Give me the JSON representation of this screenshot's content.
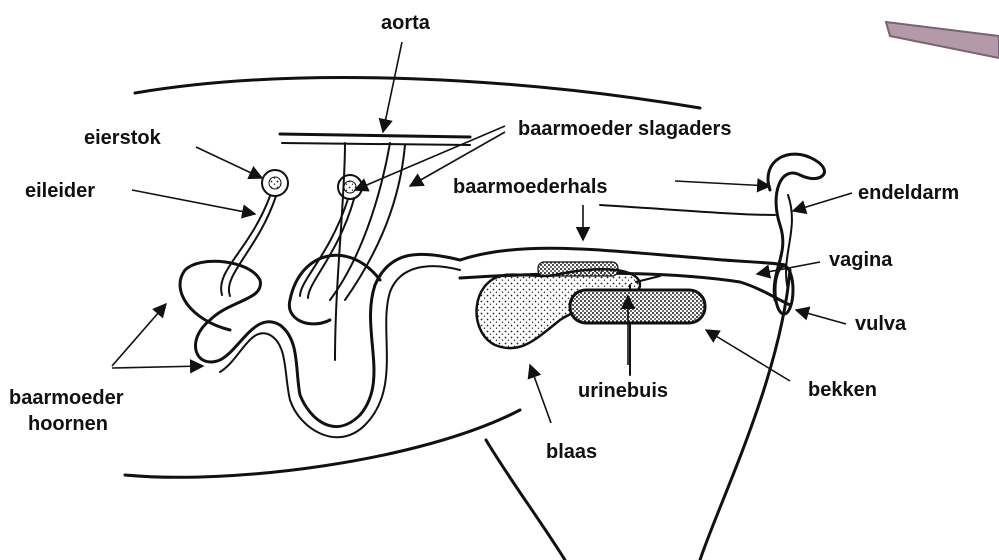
{
  "labels": {
    "aorta": "aorta",
    "slagaders": "baarmoeder slagaders",
    "eierstok": "eierstok",
    "eileider": "eileider",
    "baarmoederhals": "baarmoederhals",
    "endeldarm": "endeldarm",
    "vagina": "vagina",
    "vulva": "vulva",
    "hoornen_line1": "baarmoeder",
    "hoornen_line2": "hoornen",
    "urinebuis": "urinebuis",
    "bekken": "bekken",
    "blaas": "blaas"
  },
  "colors": {
    "line": "#111111",
    "background": "#ffffff",
    "corner_stroke": "#8a6f86"
  }
}
